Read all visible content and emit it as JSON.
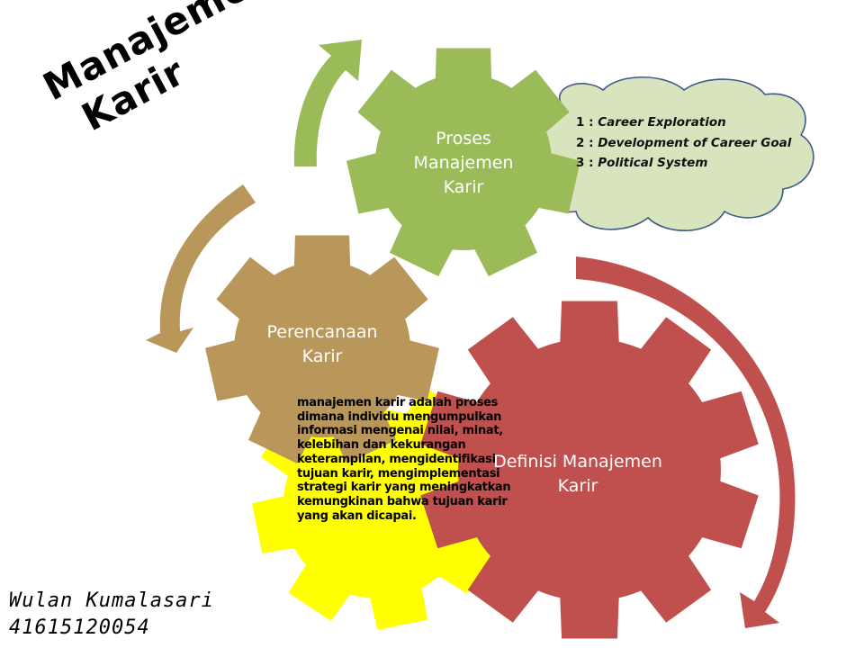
{
  "title": {
    "line1": "Manajemen",
    "line2": "Karir"
  },
  "gears": {
    "proses": {
      "line1": "Proses",
      "line2": "Manajemen",
      "line3": "Karir",
      "color": "#9BBB59"
    },
    "perencanaan": {
      "line1": "Perencanaan",
      "line2": "Karir",
      "color": "#B9965A"
    },
    "definisi": {
      "line1": "Definisi Manajemen",
      "line2": "Karir",
      "color": "#C0504D"
    },
    "yellow": {
      "color": "#FFFF00"
    }
  },
  "cloud": {
    "fill": "#D7E4BD",
    "items": [
      {
        "prefix": "1 : ",
        "text": "Career Exploration"
      },
      {
        "prefix": "2 : ",
        "text": "Development of Career Goal"
      },
      {
        "prefix": "3 : ",
        "text": "Political System"
      }
    ]
  },
  "description": "manajemen karir adalah proses dimana individu mengumpulkan informasi mengenai nilai, minat, kelebihan dan kekurangan keterampilan, mengidentifikasi tujuan karir, mengimplementasi strategi karir yang meningkatkan kemungkinan bahwa tujuan karir yang akan dicapai.",
  "author": {
    "name": "Wulan Kumalasari",
    "id": "41615120054"
  },
  "arrows": {
    "green": "#9BBB59",
    "tan": "#B9965A",
    "red": "#C0504D"
  }
}
